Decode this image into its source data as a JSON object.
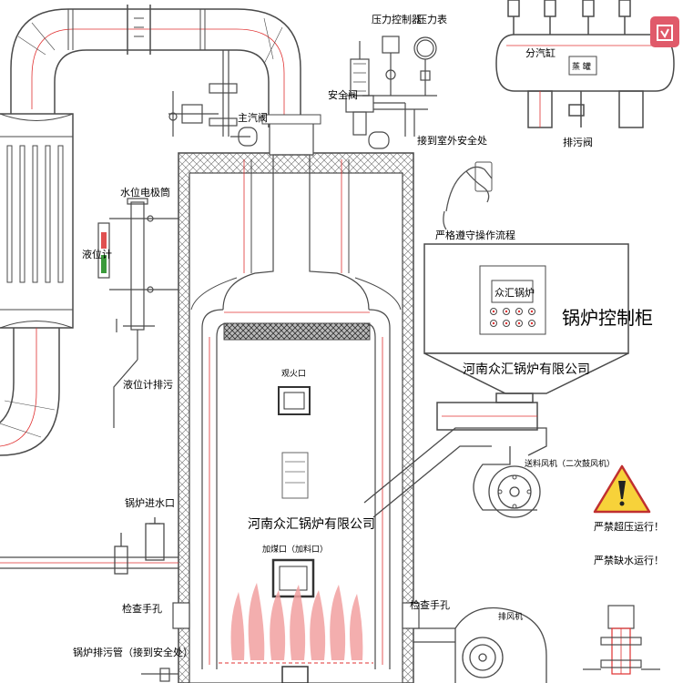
{
  "labels": {
    "pressure_controller": "压力控制器",
    "pressure_gauge": "压力表",
    "steam_header": "分汽缸",
    "header_box": "蒸 罐",
    "blowdown_valve": "排污阀",
    "safety_valve": "安全阀",
    "main_valve": "主汽阀",
    "to_outdoor_safe": "接到室外安全处",
    "water_level_cylinder": "水位电极筒",
    "level_gauge": "液位计",
    "level_gauge_blowdown": "液位计排污",
    "strict_procedure": "严格遵守操作流程",
    "control_cabinet": "锅炉控制柜",
    "panel_display": "众汇锅炉",
    "company_cabinet": "河南众汇锅炉有限公司",
    "company_body": "河南众汇锅炉有限公司",
    "observation_port": "观火口",
    "feed_port": "加煤口（加料口）",
    "secondary_fan": "送料风机（二次鼓风机）",
    "feed_water_port": "锅炉进水口",
    "inspection_hole_left": "检查手孔",
    "inspection_hole_right": "检查手孔",
    "blowdown_pipe": "锅炉排污管（接到安全处）",
    "exhaust_fan": "排风机",
    "warning_overpressure": "严禁超压运行！",
    "warning_no_water": "严禁缺水运行！"
  },
  "colors": {
    "line": "#4a4a4a",
    "red": "#e03030",
    "warning_fill": "#f7d23a",
    "flame": "#f2a0a0",
    "grid": "#bcbcbc",
    "badge": "#e05a6a",
    "green": "#3a9a3a"
  }
}
